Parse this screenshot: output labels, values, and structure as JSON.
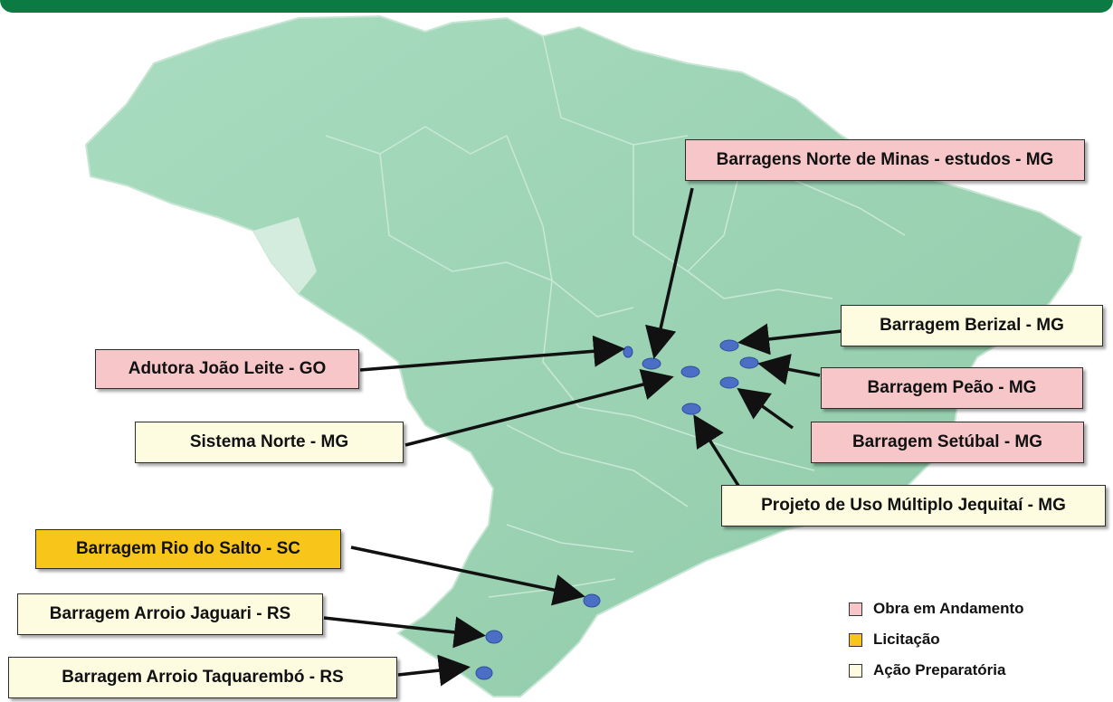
{
  "colors": {
    "obra": "#f7c6c9",
    "licitacao": "#f8c51a",
    "acao": "#fdfbe0",
    "marker": "#4a6fc4",
    "map": "#9fd3b5",
    "header": "#0b7a43"
  },
  "projects": [
    {
      "id": "barragens-norte-minas",
      "label": "Barragens Norte de Minas - estudos - MG",
      "status": "obra"
    },
    {
      "id": "barragem-berizal",
      "label": "Barragem Berizal - MG",
      "status": "acao"
    },
    {
      "id": "adutora-joao-leite",
      "label": "Adutora João Leite - GO",
      "status": "obra"
    },
    {
      "id": "barragem-peao",
      "label": "Barragem Peão - MG",
      "status": "obra"
    },
    {
      "id": "sistema-norte",
      "label": "Sistema Norte - MG",
      "status": "acao"
    },
    {
      "id": "barragem-setubal",
      "label": "Barragem Setúbal - MG",
      "status": "obra"
    },
    {
      "id": "projeto-jequitai",
      "label": "Projeto de Uso Múltiplo Jequitaí - MG",
      "status": "acao"
    },
    {
      "id": "barragem-rio-do-salto",
      "label": "Barragem Rio do Salto - SC",
      "status": "licitacao"
    },
    {
      "id": "barragem-arroio-jaguari",
      "label": "Barragem Arroio Jaguari - RS",
      "status": "acao"
    },
    {
      "id": "barragem-arroio-taquarembo",
      "label": "Barragem Arroio Taquarembó - RS",
      "status": "acao"
    }
  ],
  "legend": [
    {
      "label": "Obra em Andamento",
      "color": "#f7c6c9"
    },
    {
      "label": "Licitação",
      "color": "#f8c51a"
    },
    {
      "label": "Ação Preparatória",
      "color": "#fdfbe0"
    }
  ]
}
